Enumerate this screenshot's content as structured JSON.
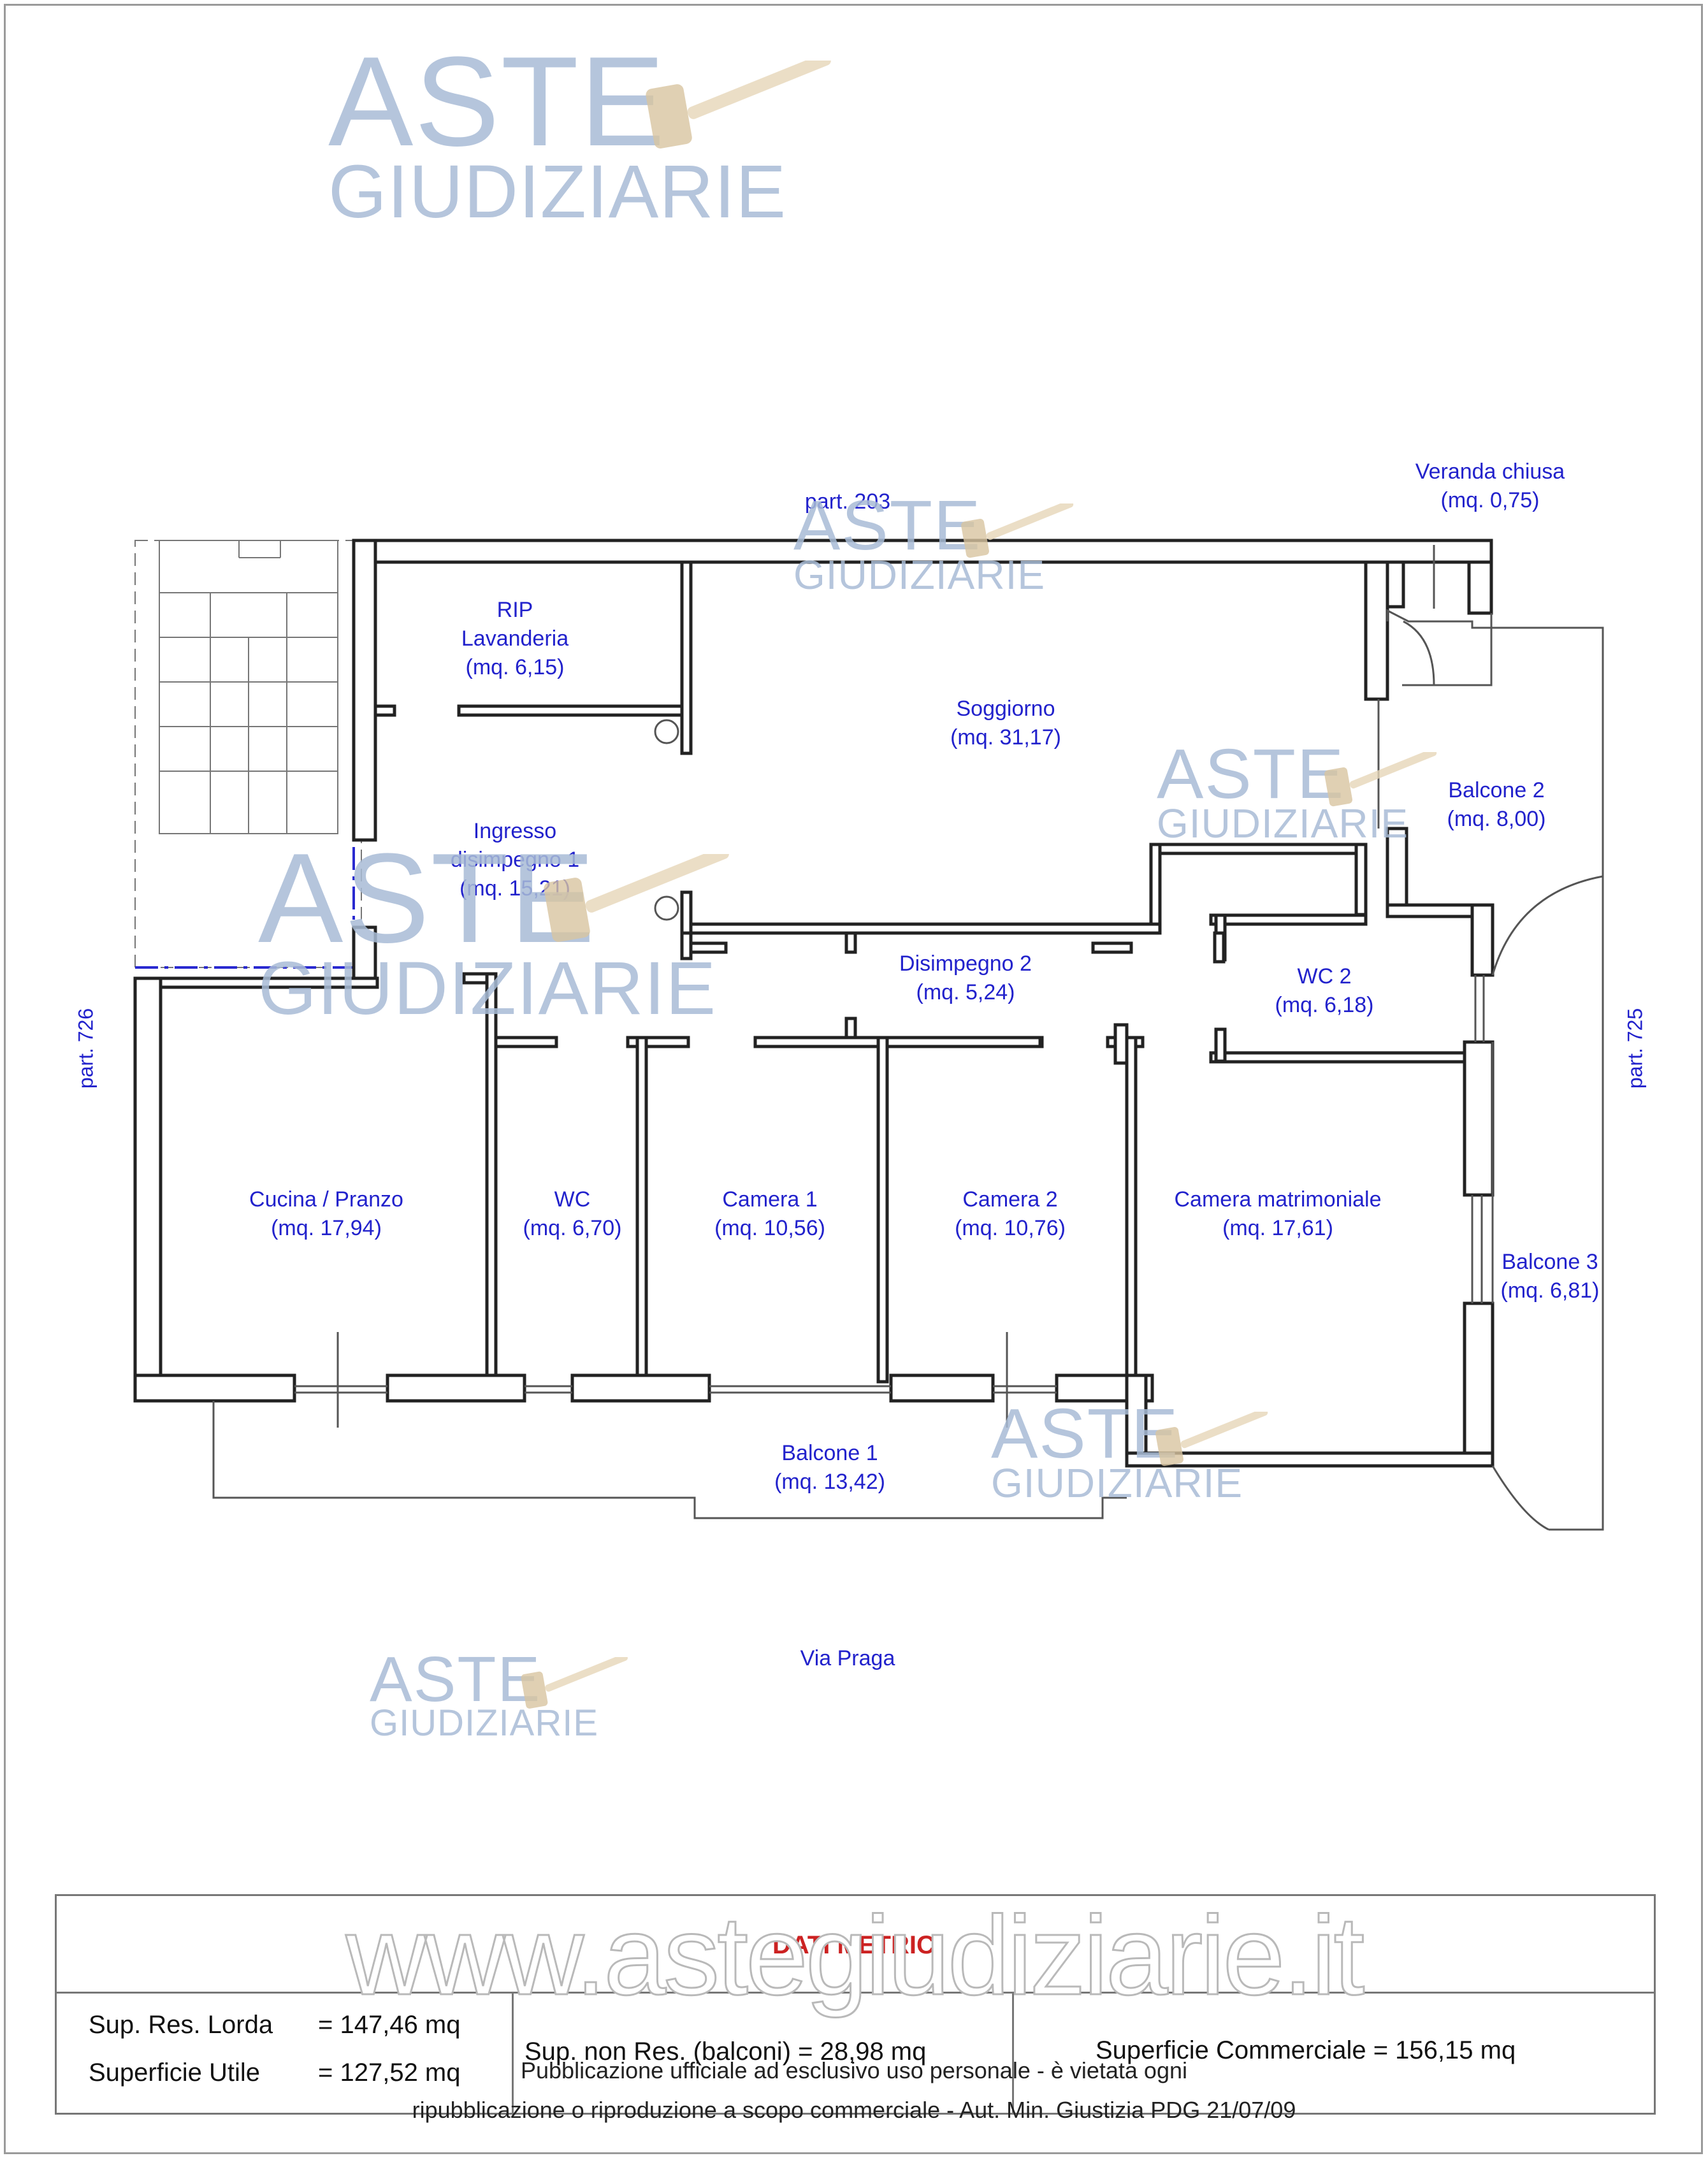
{
  "rooms": {
    "rip_1": "RIP",
    "rip_2": "Lavanderia",
    "rip_3": "(mq. 6,15)",
    "soggiorno_1": "Soggiorno",
    "soggiorno_2": "(mq. 31,17)",
    "veranda_1": "Veranda chiusa",
    "veranda_2": "(mq. 0,75)",
    "balcone2_1": "Balcone 2",
    "balcone2_2": "(mq. 8,00)",
    "ingresso_1": "Ingresso",
    "ingresso_2": "disimpegno 1",
    "ingresso_3": "(mq. 15,21)",
    "disimpegno2_1": "Disimpegno 2",
    "disimpegno2_2": "(mq. 5,24)",
    "wc2_1": "WC 2",
    "wc2_2": "(mq. 6,18)",
    "cucina_1": "Cucina / Pranzo",
    "cucina_2": "(mq. 17,94)",
    "wc_1": "WC",
    "wc_2": "(mq. 6,70)",
    "camera1_1": "Camera 1",
    "camera1_2": "(mq. 10,56)",
    "camera2_1": "Camera 2",
    "camera2_2": "(mq. 10,76)",
    "matrimoniale_1": "Camera matrimoniale",
    "matrimoniale_2": "(mq. 17,61)",
    "balcone3_1": "Balcone 3",
    "balcone3_2": "(mq. 6,81)",
    "balcone1_1": "Balcone 1",
    "balcone1_2": "(mq. 13,42)"
  },
  "boundaries": {
    "top": "part. 203",
    "left": "part. 726",
    "right": "part. 725",
    "street": "Via Praga"
  },
  "watermark": {
    "line1": "ASTE",
    "line2": "GIUDIZIARIE",
    "site": "www.astegiudiziarie.it",
    "disclaimer_1": "Pubblicazione ufficiale ad esclusivo uso personale - è vietata ogni",
    "disclaimer_2": "ripubblicazione o riproduzione a scopo commerciale - Aut. Min. Giustizia PDG 21/07/09"
  },
  "metrics": {
    "title": "DATI METRICI",
    "lorda_label": "Sup. Res. Lorda",
    "lorda_value": "= 147,46 mq",
    "utile_label": "Superficie Utile",
    "utile_value": "= 127,52 mq",
    "non_res": "Sup. non Res. (balconi) = 28,98 mq",
    "commerciale": "Superficie Commerciale = 156,15 mq"
  },
  "colors": {
    "labels": "#2222cc",
    "walls": "#222222",
    "watermark": "#a9bcd6",
    "title": "#cc2222"
  }
}
